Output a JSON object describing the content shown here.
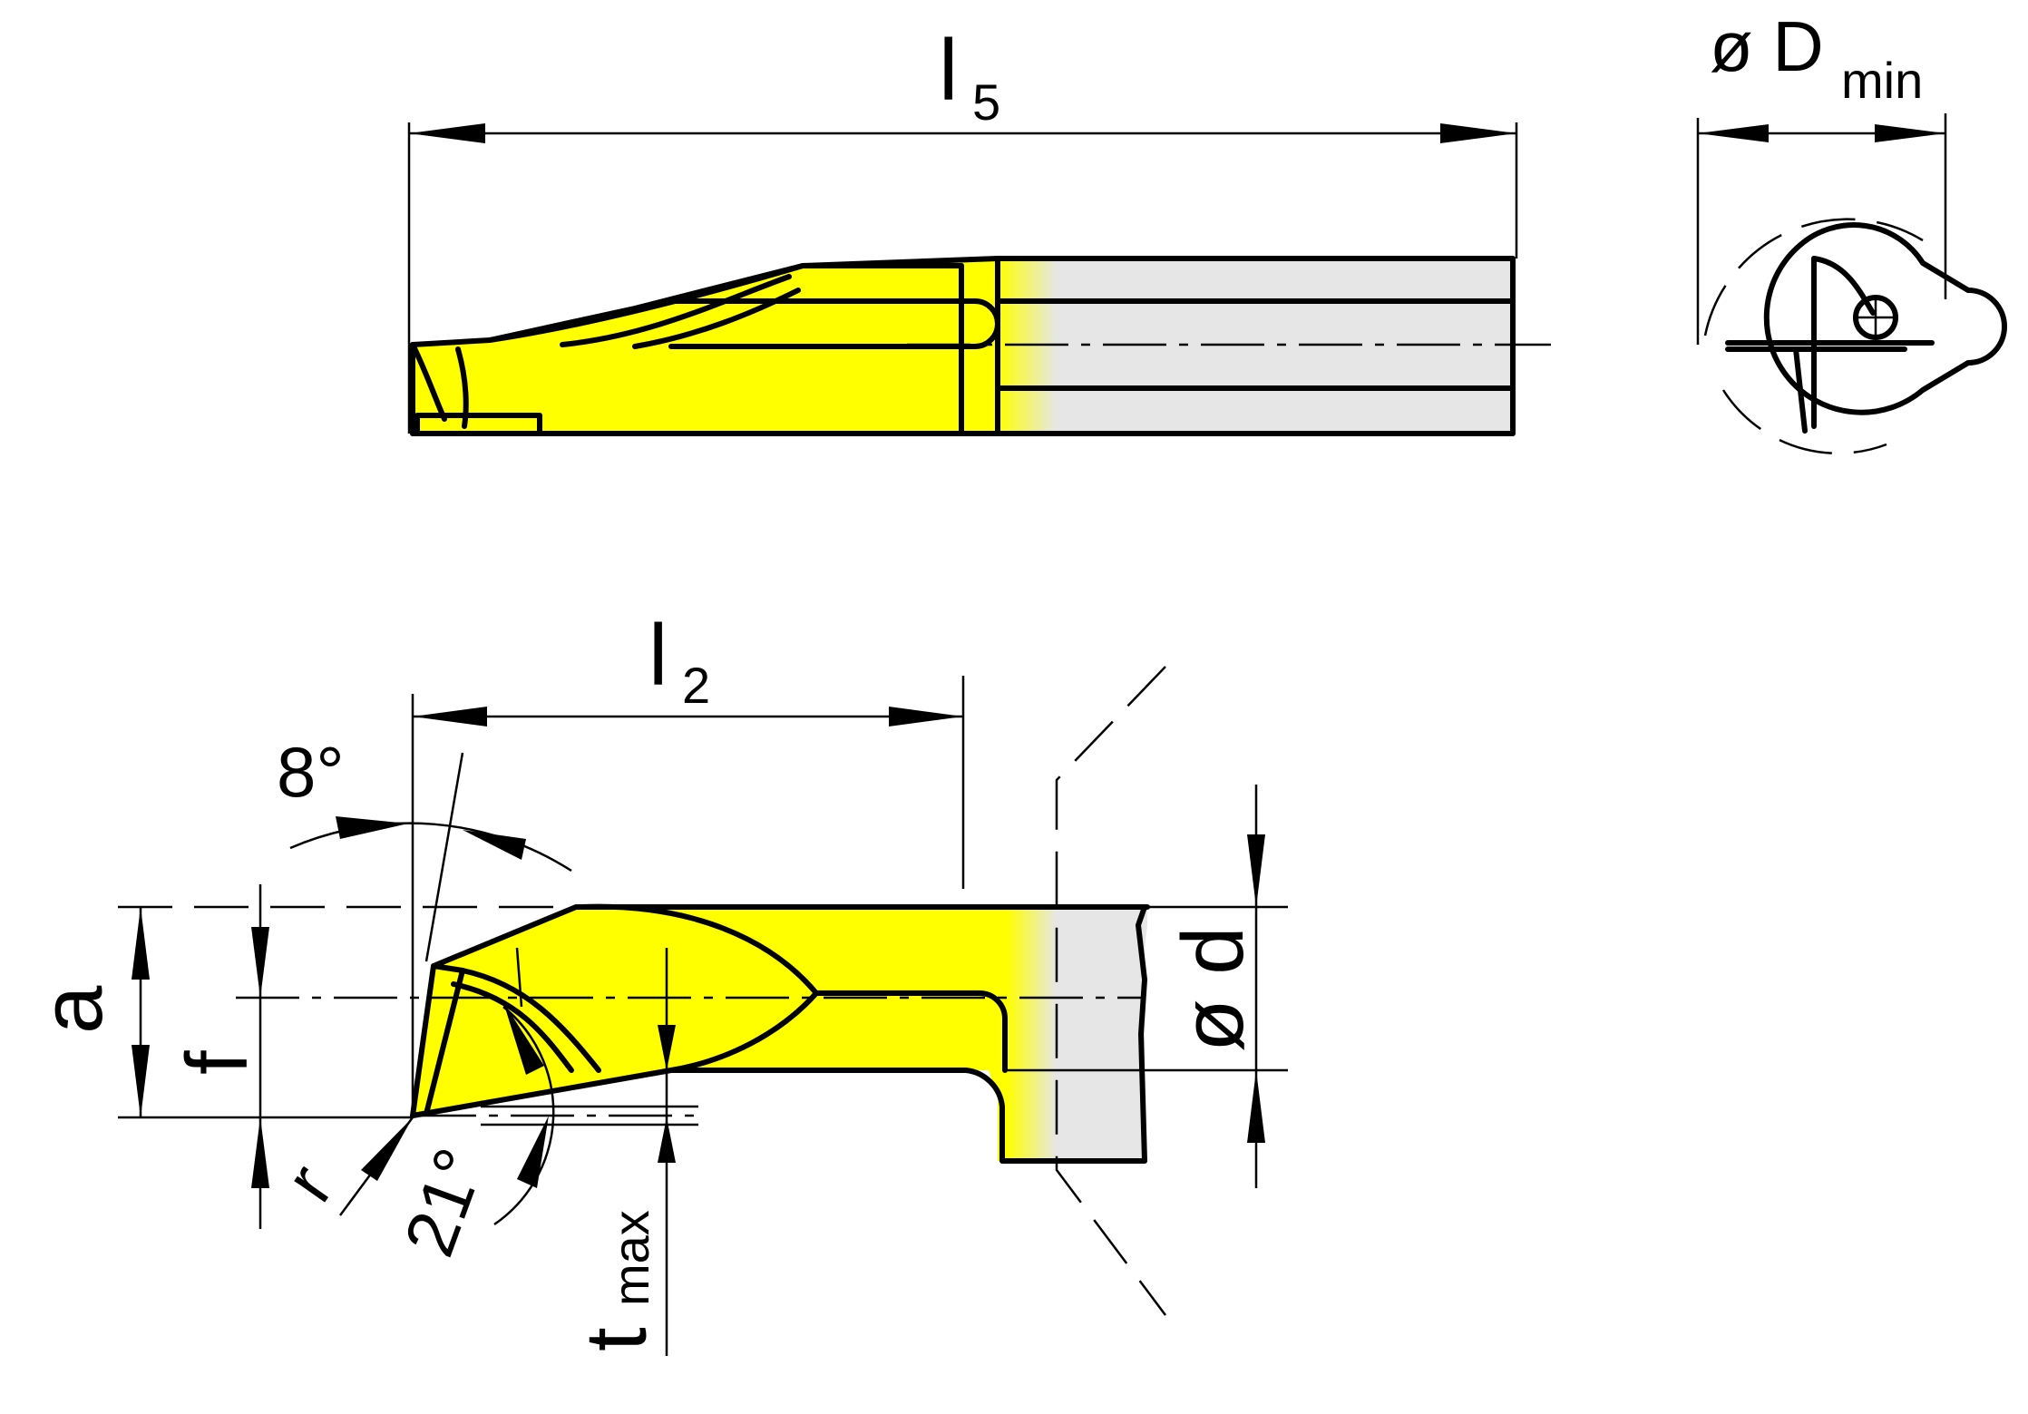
{
  "colors": {
    "insert": "#ffff00",
    "shank": "#e6e6e6",
    "line": "#000000"
  },
  "labels": {
    "l5": {
      "main": "l",
      "sub": "5"
    },
    "dmin": {
      "main": "ø D",
      "sub": "min"
    },
    "l2": {
      "main": "l",
      "sub": "2"
    },
    "angle_clearance": "8°",
    "a": "a",
    "f": "f",
    "r": "r",
    "angle_front": "21°",
    "tmax": {
      "main": "t",
      "sub": "max"
    },
    "d": "ø d"
  }
}
